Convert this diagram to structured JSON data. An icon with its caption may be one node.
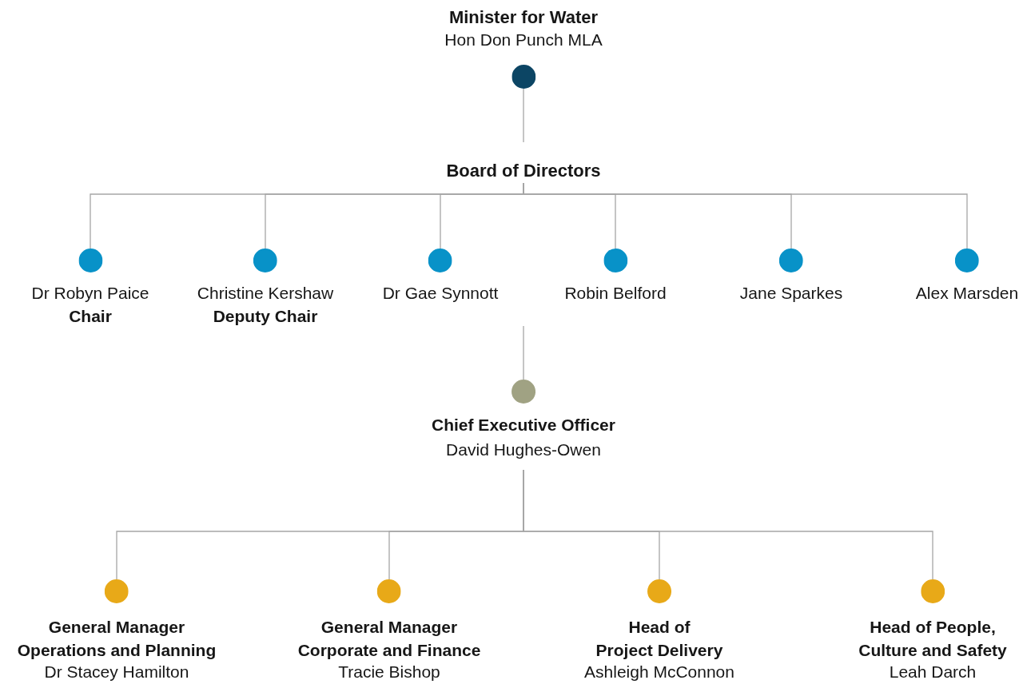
{
  "diagram": {
    "nodes": [
      {
        "text": [
          "Minister for Water",
          "Hon Don Punch MLA"
        ]
      },
      {
        "text": [
          "Board of Directors"
        ]
      },
      {
        "text": [
          "Dr Robyn Paice",
          "Chair"
        ]
      },
      {
        "text": [
          "Christine Kershaw",
          "Deputy Chair"
        ]
      },
      {
        "text": [
          "Dr Gae Synnott"
        ]
      },
      {
        "text": [
          "Robin Belford"
        ]
      },
      {
        "text": [
          "Jane Sparkes"
        ]
      },
      {
        "text": [
          "Alex Marsden"
        ]
      },
      {
        "text": [
          "Chief Executive Officer",
          "David Hughes-Owen"
        ]
      },
      {
        "text": [
          "General Manager Operations and Planning",
          "Dr Stacey Hamilton"
        ]
      },
      {
        "text": [
          "General Manager Corporate and Finance",
          "Tracie Bishop"
        ]
      },
      {
        "text": [
          "Head of Project Delivery",
          "Ashleigh McConnon"
        ]
      },
      {
        "text": [
          "Head of People, Culture and Safety",
          "Leah Darch"
        ]
      }
    ],
    "edges": [
      {
        "from": 0,
        "to": 1,
        "arrow": "none"
      },
      {
        "from": 1,
        "to": 2,
        "arrow": "none"
      },
      {
        "from": 1,
        "to": 3,
        "arrow": "none"
      },
      {
        "from": 1,
        "to": 4,
        "arrow": "none"
      },
      {
        "from": 1,
        "to": 5,
        "arrow": "none"
      },
      {
        "from": 1,
        "to": 6,
        "arrow": "none"
      },
      {
        "from": 1,
        "to": 7,
        "arrow": "none"
      },
      {
        "from": null,
        "to": 8,
        "arrow": "none"
      },
      {
        "from": 8,
        "to": 9,
        "arrow": "none"
      },
      {
        "from": 8,
        "to": 10,
        "arrow": "none"
      },
      {
        "from": 8,
        "to": 11,
        "arrow": "none"
      },
      {
        "from": 8,
        "to": 12,
        "arrow": "none"
      }
    ]
  }
}
